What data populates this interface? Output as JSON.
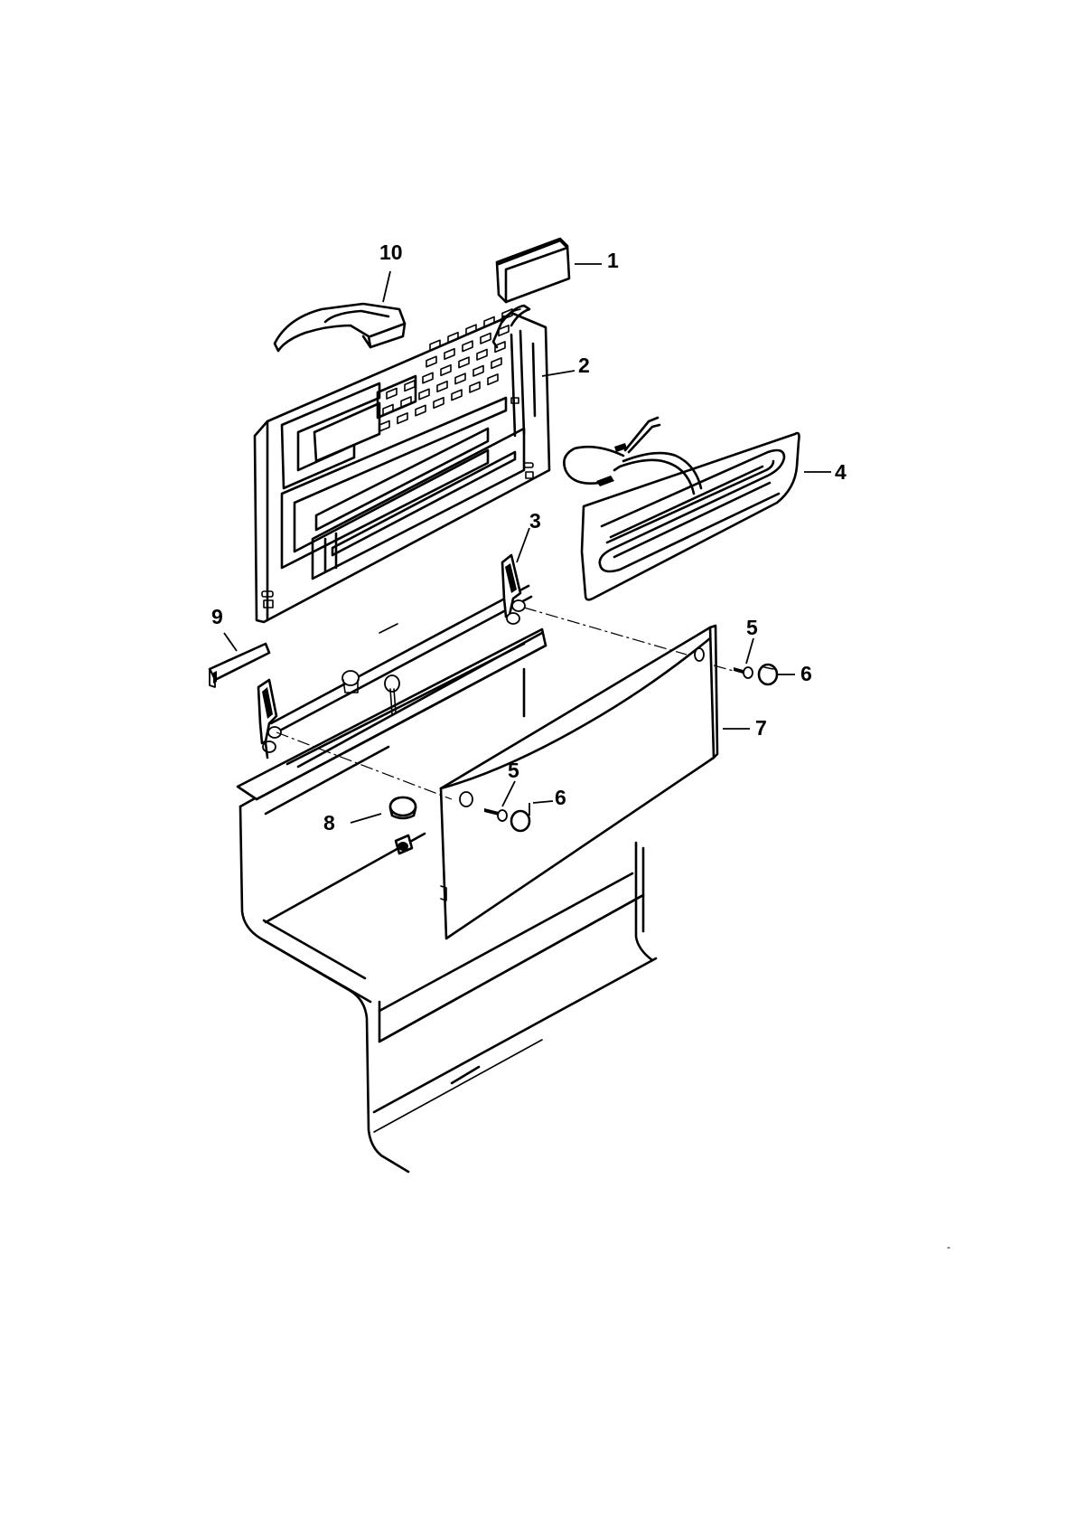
{
  "diagram": {
    "callouts": [
      {
        "id": "c10",
        "label": "10"
      },
      {
        "id": "c1",
        "label": "1"
      },
      {
        "id": "c2",
        "label": "2"
      },
      {
        "id": "c4",
        "label": "4"
      },
      {
        "id": "c3",
        "label": "3"
      },
      {
        "id": "c9",
        "label": "9"
      },
      {
        "id": "c5a",
        "label": "5"
      },
      {
        "id": "c6a",
        "label": "6"
      },
      {
        "id": "c7",
        "label": "7"
      },
      {
        "id": "c5b",
        "label": "5"
      },
      {
        "id": "c6b",
        "label": "6"
      },
      {
        "id": "c8",
        "label": "8"
      }
    ],
    "stray_mark": "-"
  },
  "colors": {
    "ink": "#000000",
    "paper": "#ffffff"
  }
}
